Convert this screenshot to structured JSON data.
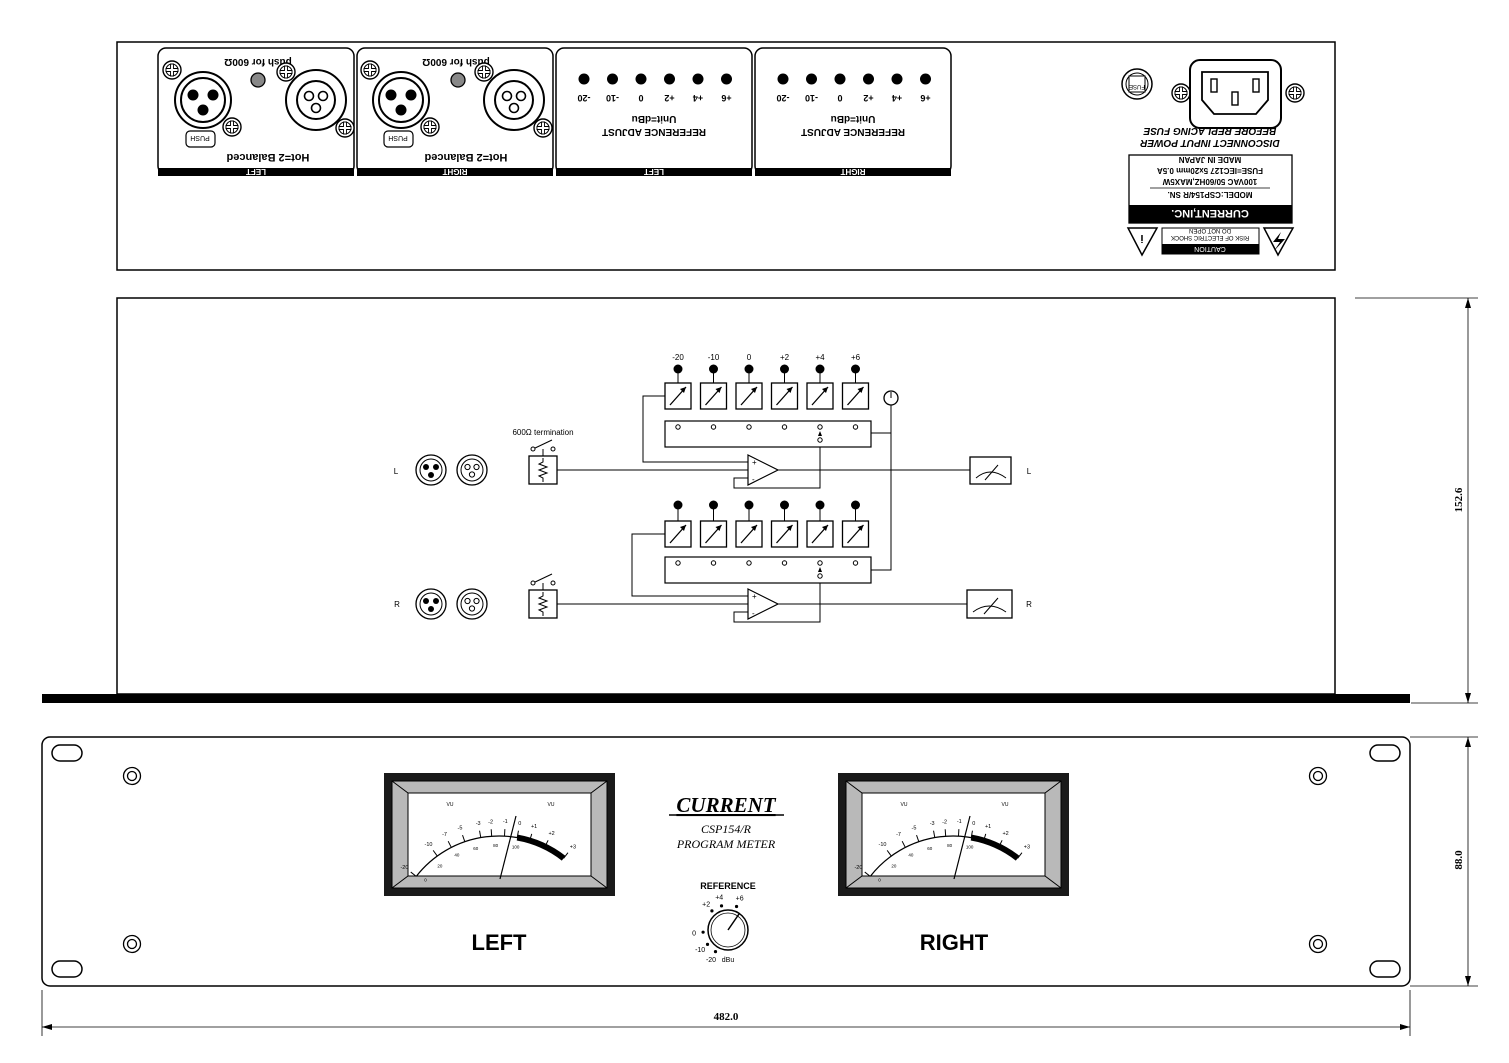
{
  "rear_panel": {
    "push_label": "push for 600Ω",
    "balanced_label": "Hot=2 Balanced",
    "push_button": "PUSH",
    "xlr_left_label": "LEFT",
    "xlr_right_label": "RIGHT",
    "ref_left_label": "LEFT",
    "ref_right_label": "RIGHT",
    "ref_title": "REFERENCE ADJUST",
    "ref_unit": "Unit=dBu",
    "ref_levels": [
      "+6",
      "+4",
      "+2",
      "0",
      "-10",
      "-20"
    ],
    "fuse_label": "FUSE",
    "fuse_warning_1": "DISCONNECT INPUT POWER",
    "fuse_warning_2": "BEFORE REPLACING FUSE",
    "nameplate": {
      "brand": "CURRENT,INC.",
      "model": "MODEL:CSP154/R SN.",
      "power": "100VAC 50/60HZ,MAX5W",
      "fuse": "FUSE=IEC127 5x20mm 0.5A",
      "origin": "MADE IN JAPAN"
    },
    "caution": {
      "title": "CAUTION",
      "line1": "RISK OF ELECTRIC SHOCK",
      "line2": "DO NOT OPEN"
    }
  },
  "schematic": {
    "termination_label": "600Ω termination",
    "levels": [
      "-20",
      "-10",
      "0",
      "+2",
      "+4",
      "+6"
    ],
    "channel_left": "L",
    "channel_right": "R",
    "meter_left": "L",
    "meter_right": "R"
  },
  "front_panel": {
    "brand": "CURRENT",
    "model": "CSP154/R",
    "product": "PROGRAM METER",
    "left_label": "LEFT",
    "right_label": "RIGHT",
    "vu_scale": [
      "-20",
      "-10",
      "-7",
      "-5",
      "-3",
      "-2",
      "-1",
      "0",
      "+1",
      "+2",
      "+3"
    ],
    "vu_percent": [
      "0",
      "20",
      "40",
      "60",
      "80",
      "100"
    ],
    "vu_tag": "VU",
    "reference_knob": {
      "title": "REFERENCE",
      "unit": "dBu",
      "positions": [
        "-20",
        "-10",
        "0",
        "+2",
        "+4",
        "+6"
      ]
    }
  },
  "dimensions": {
    "height_side": "152.6",
    "height_front": "88.0",
    "width": "482.0"
  }
}
